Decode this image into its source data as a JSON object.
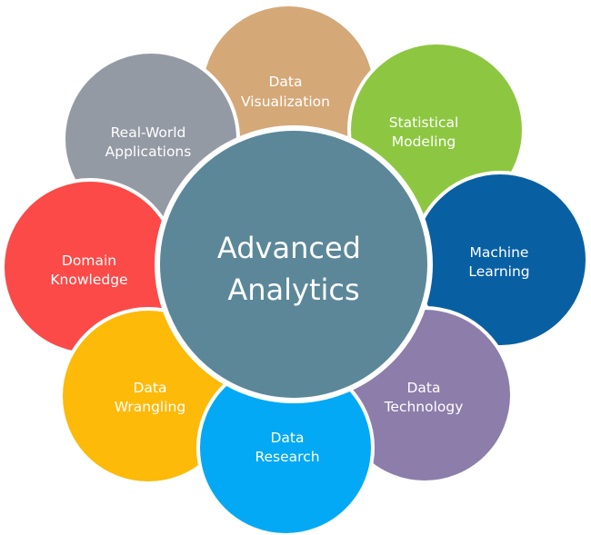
{
  "center": {
    "lines": [
      "Advanced",
      "Analytics"
    ],
    "color": "#5B8799"
  },
  "petals": [
    {
      "lines": [
        "Real-World",
        "Applications"
      ],
      "color": "#949AA4",
      "icon": "none"
    },
    {
      "lines": [
        "Domain",
        "Knowledge"
      ],
      "color": "#FB4A48",
      "icon": "none"
    },
    {
      "lines": [
        "Data",
        "Wrangling"
      ],
      "color": "#FDBA09",
      "icon": "none"
    },
    {
      "lines": [
        "Data",
        "Research"
      ],
      "color": "#03A9F4",
      "icon": "none"
    },
    {
      "lines": [
        "Data",
        "Technology"
      ],
      "color": "#8D7DAB",
      "icon": "none"
    },
    {
      "lines": [
        "Machine",
        "Learning"
      ],
      "color": "#0860A3",
      "icon": "none"
    },
    {
      "lines": [
        "Statistical",
        "Modeling"
      ],
      "color": "#8DC741",
      "icon": "none"
    },
    {
      "lines": [
        "Data",
        "Visualization"
      ],
      "color": "#D5A878",
      "icon": "none"
    }
  ]
}
